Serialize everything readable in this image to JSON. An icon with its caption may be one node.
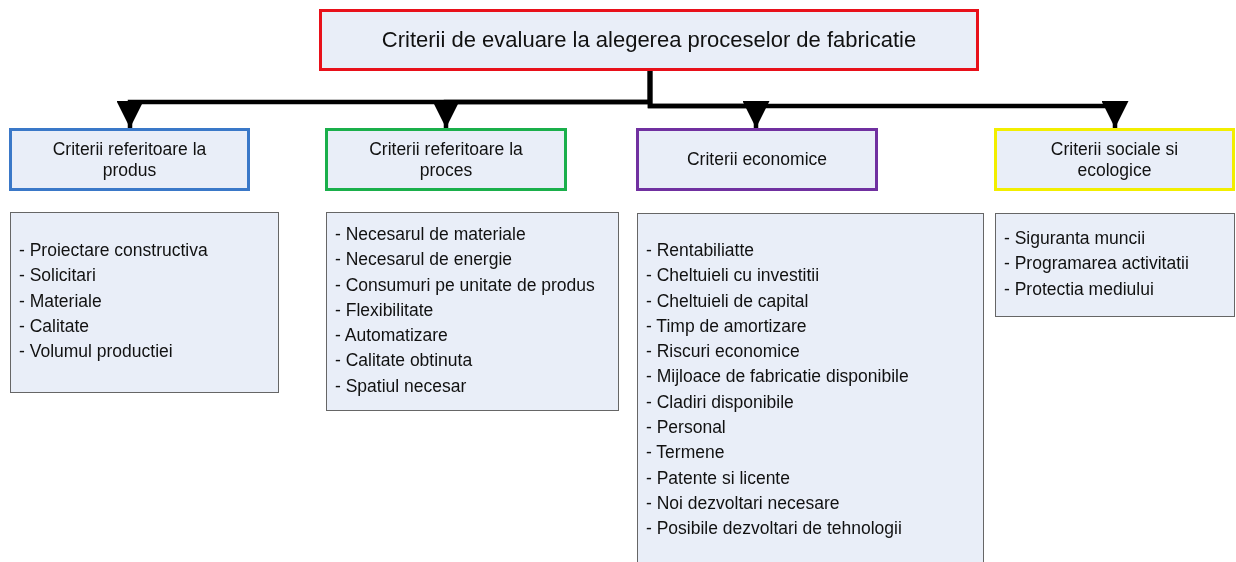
{
  "diagram": {
    "nodes": [
      {
        "text": [
          "Criterii de evaluare la alegerea proceselor de fabricatie"
        ]
      },
      {
        "text": [
          "Criterii referitoare la produs"
        ]
      },
      {
        "text": [
          "Criterii referitoare la proces"
        ]
      },
      {
        "text": [
          "Criterii economice"
        ]
      },
      {
        "text": [
          "Criterii sociale si ecologice"
        ]
      },
      {
        "text": [
          "- Proiectare constructiva",
          "- Solicitari",
          "- Materiale",
          "- Calitate",
          "- Volumul productiei"
        ]
      },
      {
        "text": [
          "- Necesarul de materiale",
          "- Necesarul de energie",
          "- Consumuri pe unitate de produs",
          "- Flexibilitate",
          "- Automatizare",
          "- Calitate obtinuta",
          "- Spatiul necesar"
        ]
      },
      {
        "text": [
          "- Rentabiliatte",
          "- Cheltuieli cu investitii",
          "- Cheltuieli de capital",
          "- Timp de amortizare",
          "- Riscuri economice",
          "- Mijloace de fabricatie disponibile",
          "- Cladiri disponibile",
          "- Personal",
          "- Termene",
          "- Patente si licente",
          "- Noi dezvoltari necesare",
          "- Posibile dezvoltari de tehnologii"
        ]
      },
      {
        "text": [
          "- Siguranta muncii",
          "- Programarea activitatii",
          "- Protectia mediului"
        ]
      }
    ],
    "edges": [
      {
        "from": 0,
        "to": 1,
        "arrow": "to"
      },
      {
        "from": 0,
        "to": 2,
        "arrow": "to"
      },
      {
        "from": 0,
        "to": 3,
        "arrow": "to"
      },
      {
        "from": 0,
        "to": 4,
        "arrow": "to"
      }
    ]
  }
}
